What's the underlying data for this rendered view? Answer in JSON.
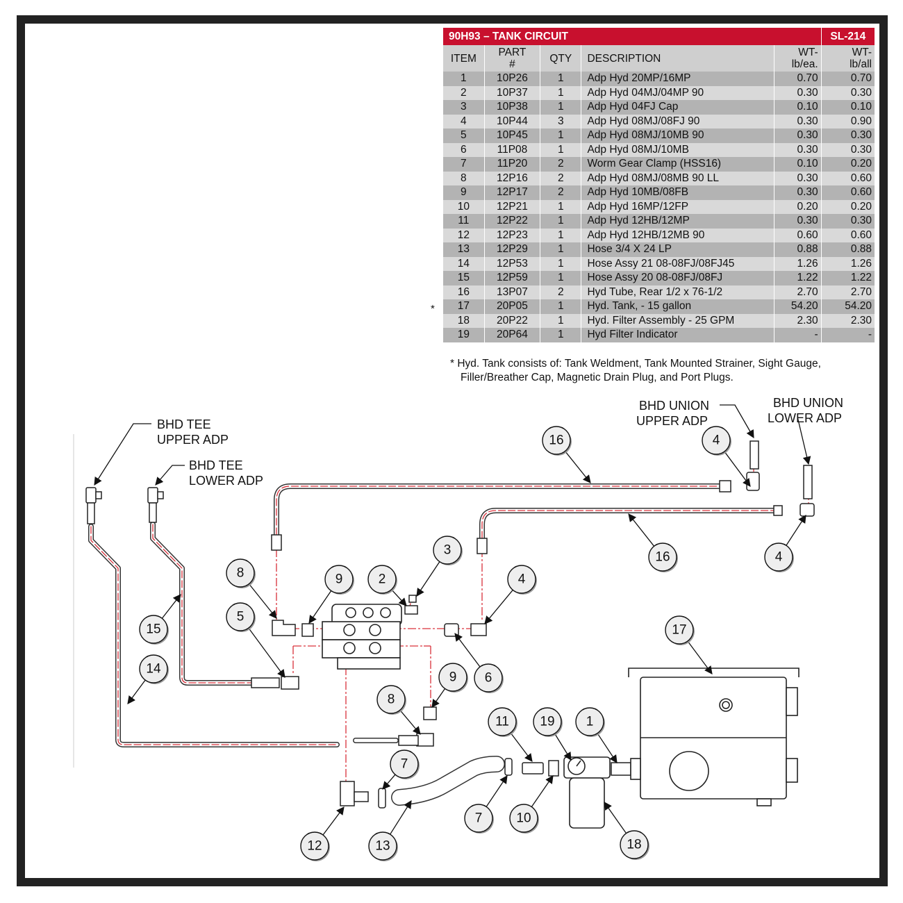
{
  "table": {
    "title": "90H93 – TANK CIRCUIT",
    "code": "SL-214",
    "headers": {
      "item": "ITEM",
      "part_a": "PART",
      "part_b": "#",
      "qty": "QTY",
      "desc": "DESCRIPTION",
      "wt_ea_a": "WT-",
      "wt_ea_b": "lb/ea.",
      "wt_all_a": "WT-",
      "wt_all_b": "lb/all"
    },
    "rows": [
      {
        "item": "1",
        "part": "10P26",
        "qty": "1",
        "desc": "Adp Hyd 20MP/16MP",
        "wt_ea": "0.70",
        "wt_all": "0.70"
      },
      {
        "item": "2",
        "part": "10P37",
        "qty": "1",
        "desc": "Adp Hyd 04MJ/04MP 90",
        "wt_ea": "0.30",
        "wt_all": "0.30"
      },
      {
        "item": "3",
        "part": "10P38",
        "qty": "1",
        "desc": "Adp Hyd 04FJ Cap",
        "wt_ea": "0.10",
        "wt_all": "0.10"
      },
      {
        "item": "4",
        "part": "10P44",
        "qty": "3",
        "desc": "Adp Hyd 08MJ/08FJ 90",
        "wt_ea": "0.30",
        "wt_all": "0.90"
      },
      {
        "item": "5",
        "part": "10P45",
        "qty": "1",
        "desc": "Adp Hyd 08MJ/10MB 90",
        "wt_ea": "0.30",
        "wt_all": "0.30"
      },
      {
        "item": "6",
        "part": "11P08",
        "qty": "1",
        "desc": "Adp Hyd 08MJ/10MB",
        "wt_ea": "0.30",
        "wt_all": "0.30"
      },
      {
        "item": "7",
        "part": "11P20",
        "qty": "2",
        "desc": "Worm Gear Clamp (HSS16)",
        "wt_ea": "0.10",
        "wt_all": "0.20"
      },
      {
        "item": "8",
        "part": "12P16",
        "qty": "2",
        "desc": "Adp Hyd 08MJ/08MB 90 LL",
        "wt_ea": "0.30",
        "wt_all": "0.60"
      },
      {
        "item": "9",
        "part": "12P17",
        "qty": "2",
        "desc": "Adp Hyd 10MB/08FB",
        "wt_ea": "0.30",
        "wt_all": "0.60"
      },
      {
        "item": "10",
        "part": "12P21",
        "qty": "1",
        "desc": "Adp Hyd 16MP/12FP",
        "wt_ea": "0.20",
        "wt_all": "0.20"
      },
      {
        "item": "11",
        "part": "12P22",
        "qty": "1",
        "desc": "Adp Hyd 12HB/12MP",
        "wt_ea": "0.30",
        "wt_all": "0.30"
      },
      {
        "item": "12",
        "part": "12P23",
        "qty": "1",
        "desc": "Adp Hyd 12HB/12MB 90",
        "wt_ea": "0.60",
        "wt_all": "0.60"
      },
      {
        "item": "13",
        "part": "12P29",
        "qty": "1",
        "desc": "Hose 3/4  X 24 LP",
        "wt_ea": "0.88",
        "wt_all": "0.88"
      },
      {
        "item": "14",
        "part": "12P53",
        "qty": "1",
        "desc": "Hose Assy 21 08-08FJ/08FJ45",
        "wt_ea": "1.26",
        "wt_all": "1.26"
      },
      {
        "item": "15",
        "part": "12P59",
        "qty": "1",
        "desc": "Hose Assy 20 08-08FJ/08FJ",
        "wt_ea": "1.22",
        "wt_all": "1.22"
      },
      {
        "item": "16",
        "part": "13P07",
        "qty": "2",
        "desc": "Hyd Tube, Rear 1/2 x 76-1/2",
        "wt_ea": "2.70",
        "wt_all": "2.70"
      },
      {
        "item": "17",
        "part": "20P05",
        "qty": "1",
        "desc": "Hyd. Tank, - 15 gallon",
        "wt_ea": "54.20",
        "wt_all": "54.20"
      },
      {
        "item": "18",
        "part": "20P22",
        "qty": "1",
        "desc": "Hyd. Filter Assembly - 25 GPM",
        "wt_ea": "2.30",
        "wt_all": "2.30"
      },
      {
        "item": "19",
        "part": "20P64",
        "qty": "1",
        "desc": "Hyd Filter Indicator",
        "wt_ea": "-",
        "wt_all": "-"
      }
    ]
  },
  "asterisk": "*",
  "note": {
    "line1": "* Hyd. Tank consists of: Tank Weldment, Tank Mounted Strainer, Sight Gauge,",
    "line2": "Filler/Breather Cap, Magnetic Drain Plug, and Port Plugs."
  },
  "labels": {
    "bhd_tee_upper_1": "BHD TEE",
    "bhd_tee_upper_2": "UPPER ADP",
    "bhd_tee_lower_1": "BHD TEE",
    "bhd_tee_lower_2": "LOWER ADP",
    "bhd_union_upper_1": "BHD UNION",
    "bhd_union_upper_2": "UPPER ADP",
    "bhd_union_lower_1": "BHD UNION",
    "bhd_union_lower_2": "LOWER ADP"
  },
  "callouts": [
    "16",
    "4",
    "16",
    "4",
    "3",
    "2",
    "9",
    "8",
    "4",
    "5",
    "6",
    "9",
    "15",
    "14",
    "17",
    "8",
    "11",
    "19",
    "1",
    "7",
    "7",
    "10",
    "12",
    "13",
    "18"
  ],
  "colors": {
    "header_red": "#c8102e",
    "row_dark": "#b3b3b3",
    "row_light": "#d9d9d9",
    "pipe_red": "#d9303a",
    "frame": "#222222"
  }
}
